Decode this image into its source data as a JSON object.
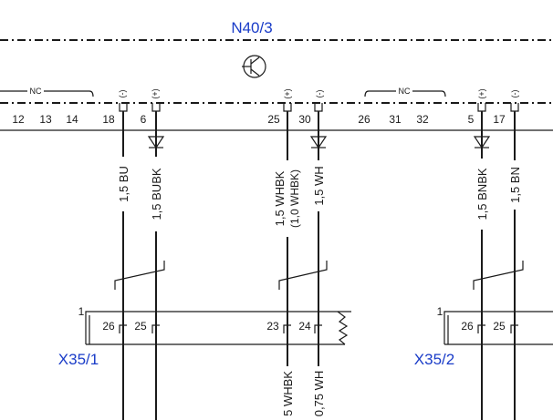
{
  "components": {
    "module": "N40/3",
    "connector1": "X35/1",
    "connector2": "X35/2"
  },
  "pins": {
    "p12": "12",
    "p13": "13",
    "p14": "14",
    "p18": "18",
    "p6": "6",
    "p25": "25",
    "p30": "30",
    "p26": "26",
    "p31": "31",
    "p32": "32",
    "p5": "5",
    "p17": "17"
  },
  "polarity": {
    "neg": "(-)",
    "pos": "(+)"
  },
  "nc": "NC",
  "wires": {
    "w18": "1,5 BU",
    "w6": "1,5 BUBK",
    "w25": "1,5 WHBK",
    "w25b": "(1,0 WHBK)",
    "w30": "1,5 WH",
    "w5": "1,5 BNBK",
    "w17": "1,5 BN",
    "w23_lower": "5 WHBK",
    "w24_lower": "0,75 WH"
  },
  "lower_pins": {
    "c1_26": "26",
    "c1_25": "25",
    "c1_23": "23",
    "c1_24": "24",
    "c2_26": "26",
    "c2_25": "25",
    "c1_one": "1",
    "c2_one": "1"
  },
  "colors": {
    "accent": "#1a3cc8",
    "line": "#1a1a1a"
  }
}
